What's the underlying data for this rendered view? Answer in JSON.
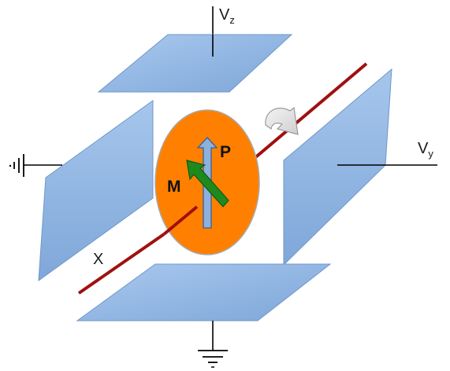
{
  "labels": {
    "vz_main": "V",
    "vz_sub": "z",
    "vy_main": "V",
    "vy_sub": "y",
    "x_axis": "X",
    "polarization": "P",
    "magnetization": "M"
  },
  "colors": {
    "plate_fill": "#8fb6e3",
    "plate_stroke": "#6f97c9",
    "ellipse_fill": "#ff8000",
    "ellipse_stroke": "#a8a8a8",
    "axis_line": "#a01010",
    "m_arrow": "#1e8a1e",
    "m_arrow_edge": "#0f5a10",
    "p_arrow": "#8db1de",
    "p_arrow_edge": "#3f5f8f",
    "rotation_arrow": "#e8e8e8",
    "wire": "#000000"
  },
  "icons": {
    "rotation": "curved-rotation-arrow-icon",
    "ground": "ground-symbol-icon"
  }
}
